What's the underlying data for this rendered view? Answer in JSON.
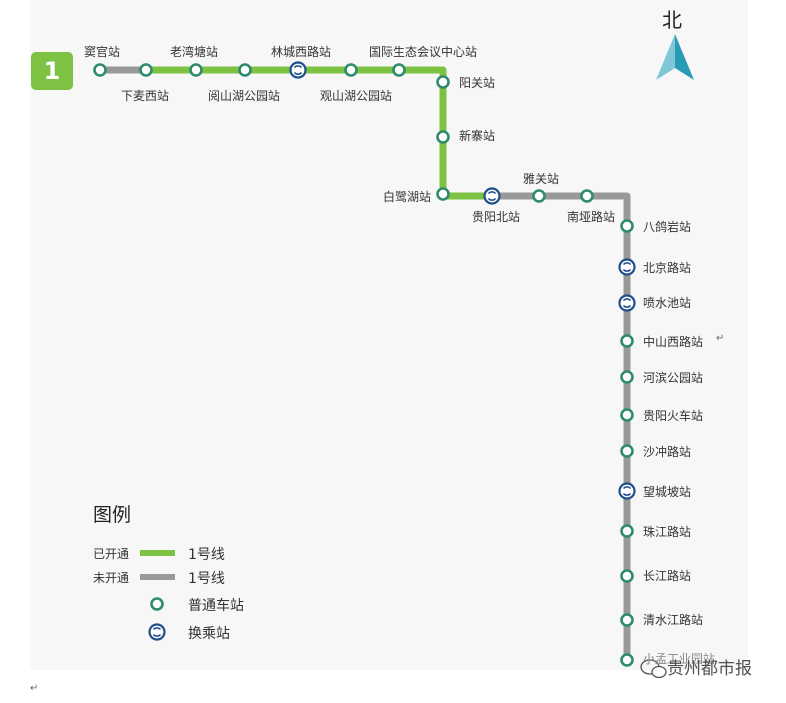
{
  "line_badge": "1",
  "compass": {
    "label": "北",
    "color": "#2a9bb5"
  },
  "colors": {
    "open": "#7dc242",
    "planned": "#999999",
    "station_ring": "#2e8b6b",
    "transfer_ring": "#1f4e8c"
  },
  "stations_open": [
    {
      "name": "窦官站",
      "type": "normal"
    },
    {
      "name": "下麦西站",
      "type": "normal"
    },
    {
      "name": "老湾塘站",
      "type": "normal"
    },
    {
      "name": "阅山湖公园站",
      "type": "normal"
    },
    {
      "name": "林城西路站",
      "type": "transfer"
    },
    {
      "name": "观山湖公园站",
      "type": "normal"
    },
    {
      "name": "国际生态会议中心站",
      "type": "normal"
    },
    {
      "name": "阳关站",
      "type": "normal"
    },
    {
      "name": "新寨站",
      "type": "normal"
    },
    {
      "name": "白鹭湖站",
      "type": "normal"
    }
  ],
  "stations_planned": [
    {
      "name": "贵阳北站",
      "type": "transfer"
    },
    {
      "name": "雅关站",
      "type": "normal"
    },
    {
      "name": "南垭路站",
      "type": "normal"
    },
    {
      "name": "八鸽岩站",
      "type": "normal"
    },
    {
      "name": "北京路站",
      "type": "transfer"
    },
    {
      "name": "喷水池站",
      "type": "transfer"
    },
    {
      "name": "中山西路站",
      "type": "normal"
    },
    {
      "name": "河滨公园站",
      "type": "normal"
    },
    {
      "name": "贵阳火车站",
      "type": "normal"
    },
    {
      "name": "沙冲路站",
      "type": "normal"
    },
    {
      "name": "望城坡站",
      "type": "transfer"
    },
    {
      "name": "珠江路站",
      "type": "normal"
    },
    {
      "name": "长江路站",
      "type": "normal"
    },
    {
      "name": "清水江路站",
      "type": "normal"
    },
    {
      "name": "小孟工业园站",
      "type": "normal"
    }
  ],
  "legend": {
    "title": "图例",
    "open_status": "已开通",
    "planned_status": "未开通",
    "open_line": "1号线",
    "planned_line": "1号线",
    "normal_station": "普通车站",
    "transfer_station": "换乘站"
  },
  "watermark": "贵州都市报",
  "return_mark": "↵"
}
